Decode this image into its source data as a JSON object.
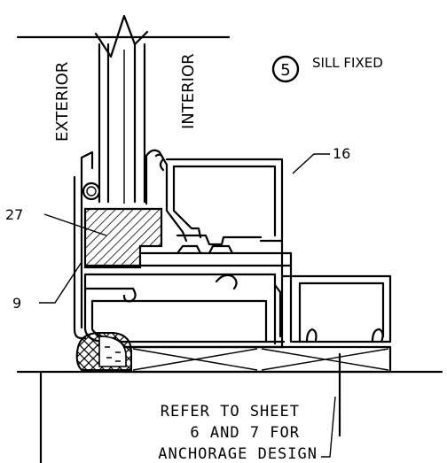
{
  "labels": {
    "exterior": "EXTERIOR",
    "interior": "INTERIOR",
    "detail_number": "5",
    "detail_title": "SILL FIXED",
    "callout_16": "16",
    "callout_27": "27",
    "callout_9": "9"
  },
  "note": {
    "line1": "REFER TO SHEET",
    "line2": "6 AND 7 FOR",
    "line3": "ANCHORAGE DESIGN"
  }
}
